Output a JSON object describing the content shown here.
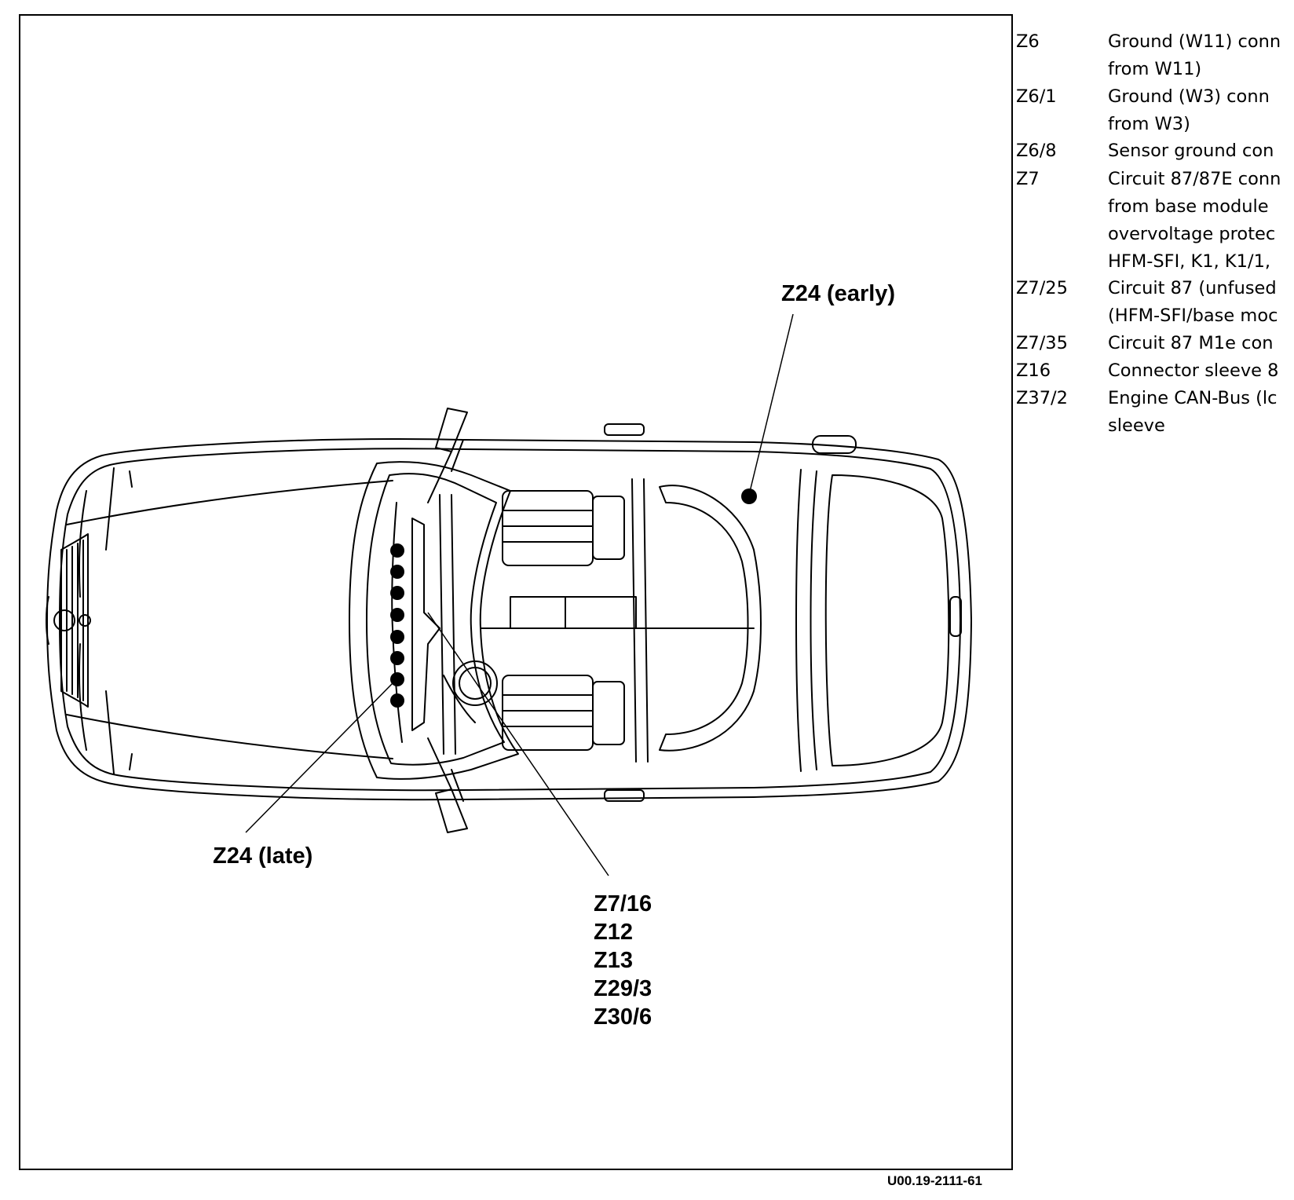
{
  "callouts": {
    "z24_early": "Z24  (early)",
    "z24_late": "Z24  (late)",
    "group": [
      "Z7/16",
      "Z12",
      "Z13",
      "Z29/3",
      "Z30/6"
    ]
  },
  "legend": [
    {
      "code": "Z6",
      "desc": "Ground (W11) conn\nfrom W11)"
    },
    {
      "code": "Z6/1",
      "desc": "Ground (W3) conn\nfrom W3)"
    },
    {
      "code": "Z6/8",
      "desc": "Sensor ground con"
    },
    {
      "code": "Z7",
      "desc": "Circuit 87/87E conn\nfrom base module\novervoltage protec\nHFM-SFI, K1, K1/1,"
    },
    {
      "code": "Z7/25",
      "desc": "Circuit 87 (unfused\n(HFM-SFI/base moc"
    },
    {
      "code": "Z7/35",
      "desc": "Circuit 87 M1e con"
    },
    {
      "code": "Z16",
      "desc": "Connector sleeve 8"
    },
    {
      "code": "Z37/2",
      "desc": "Engine CAN-Bus (lc\nsleeve"
    }
  ],
  "figure_id": "U00.19-2111-61"
}
